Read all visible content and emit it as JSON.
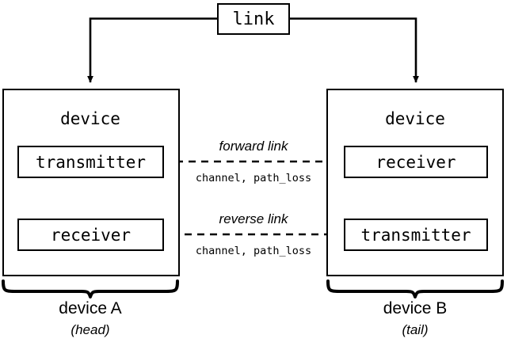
{
  "diagram": {
    "title_box": {
      "label": "link"
    },
    "devices": [
      {
        "id": "device-a",
        "box_label": "device",
        "blocks": [
          {
            "id": "transmitter",
            "label": "transmitter"
          },
          {
            "id": "receiver",
            "label": "receiver"
          }
        ],
        "group_label": "device A",
        "group_role": "(head)"
      },
      {
        "id": "device-b",
        "box_label": "device",
        "blocks": [
          {
            "id": "receiver",
            "label": "receiver"
          },
          {
            "id": "transmitter",
            "label": "transmitter"
          }
        ],
        "group_label": "device B",
        "group_role": "(tail)"
      }
    ],
    "connections": [
      {
        "id": "forward-link",
        "name": "forward link",
        "params": "channel, path_loss",
        "direction": "left-to-right"
      },
      {
        "id": "reverse-link",
        "name": "reverse link",
        "params": "channel, path_loss",
        "direction": "right-to-left"
      }
    ],
    "colors": {
      "stroke": "#000000",
      "background": "#ffffff"
    }
  }
}
